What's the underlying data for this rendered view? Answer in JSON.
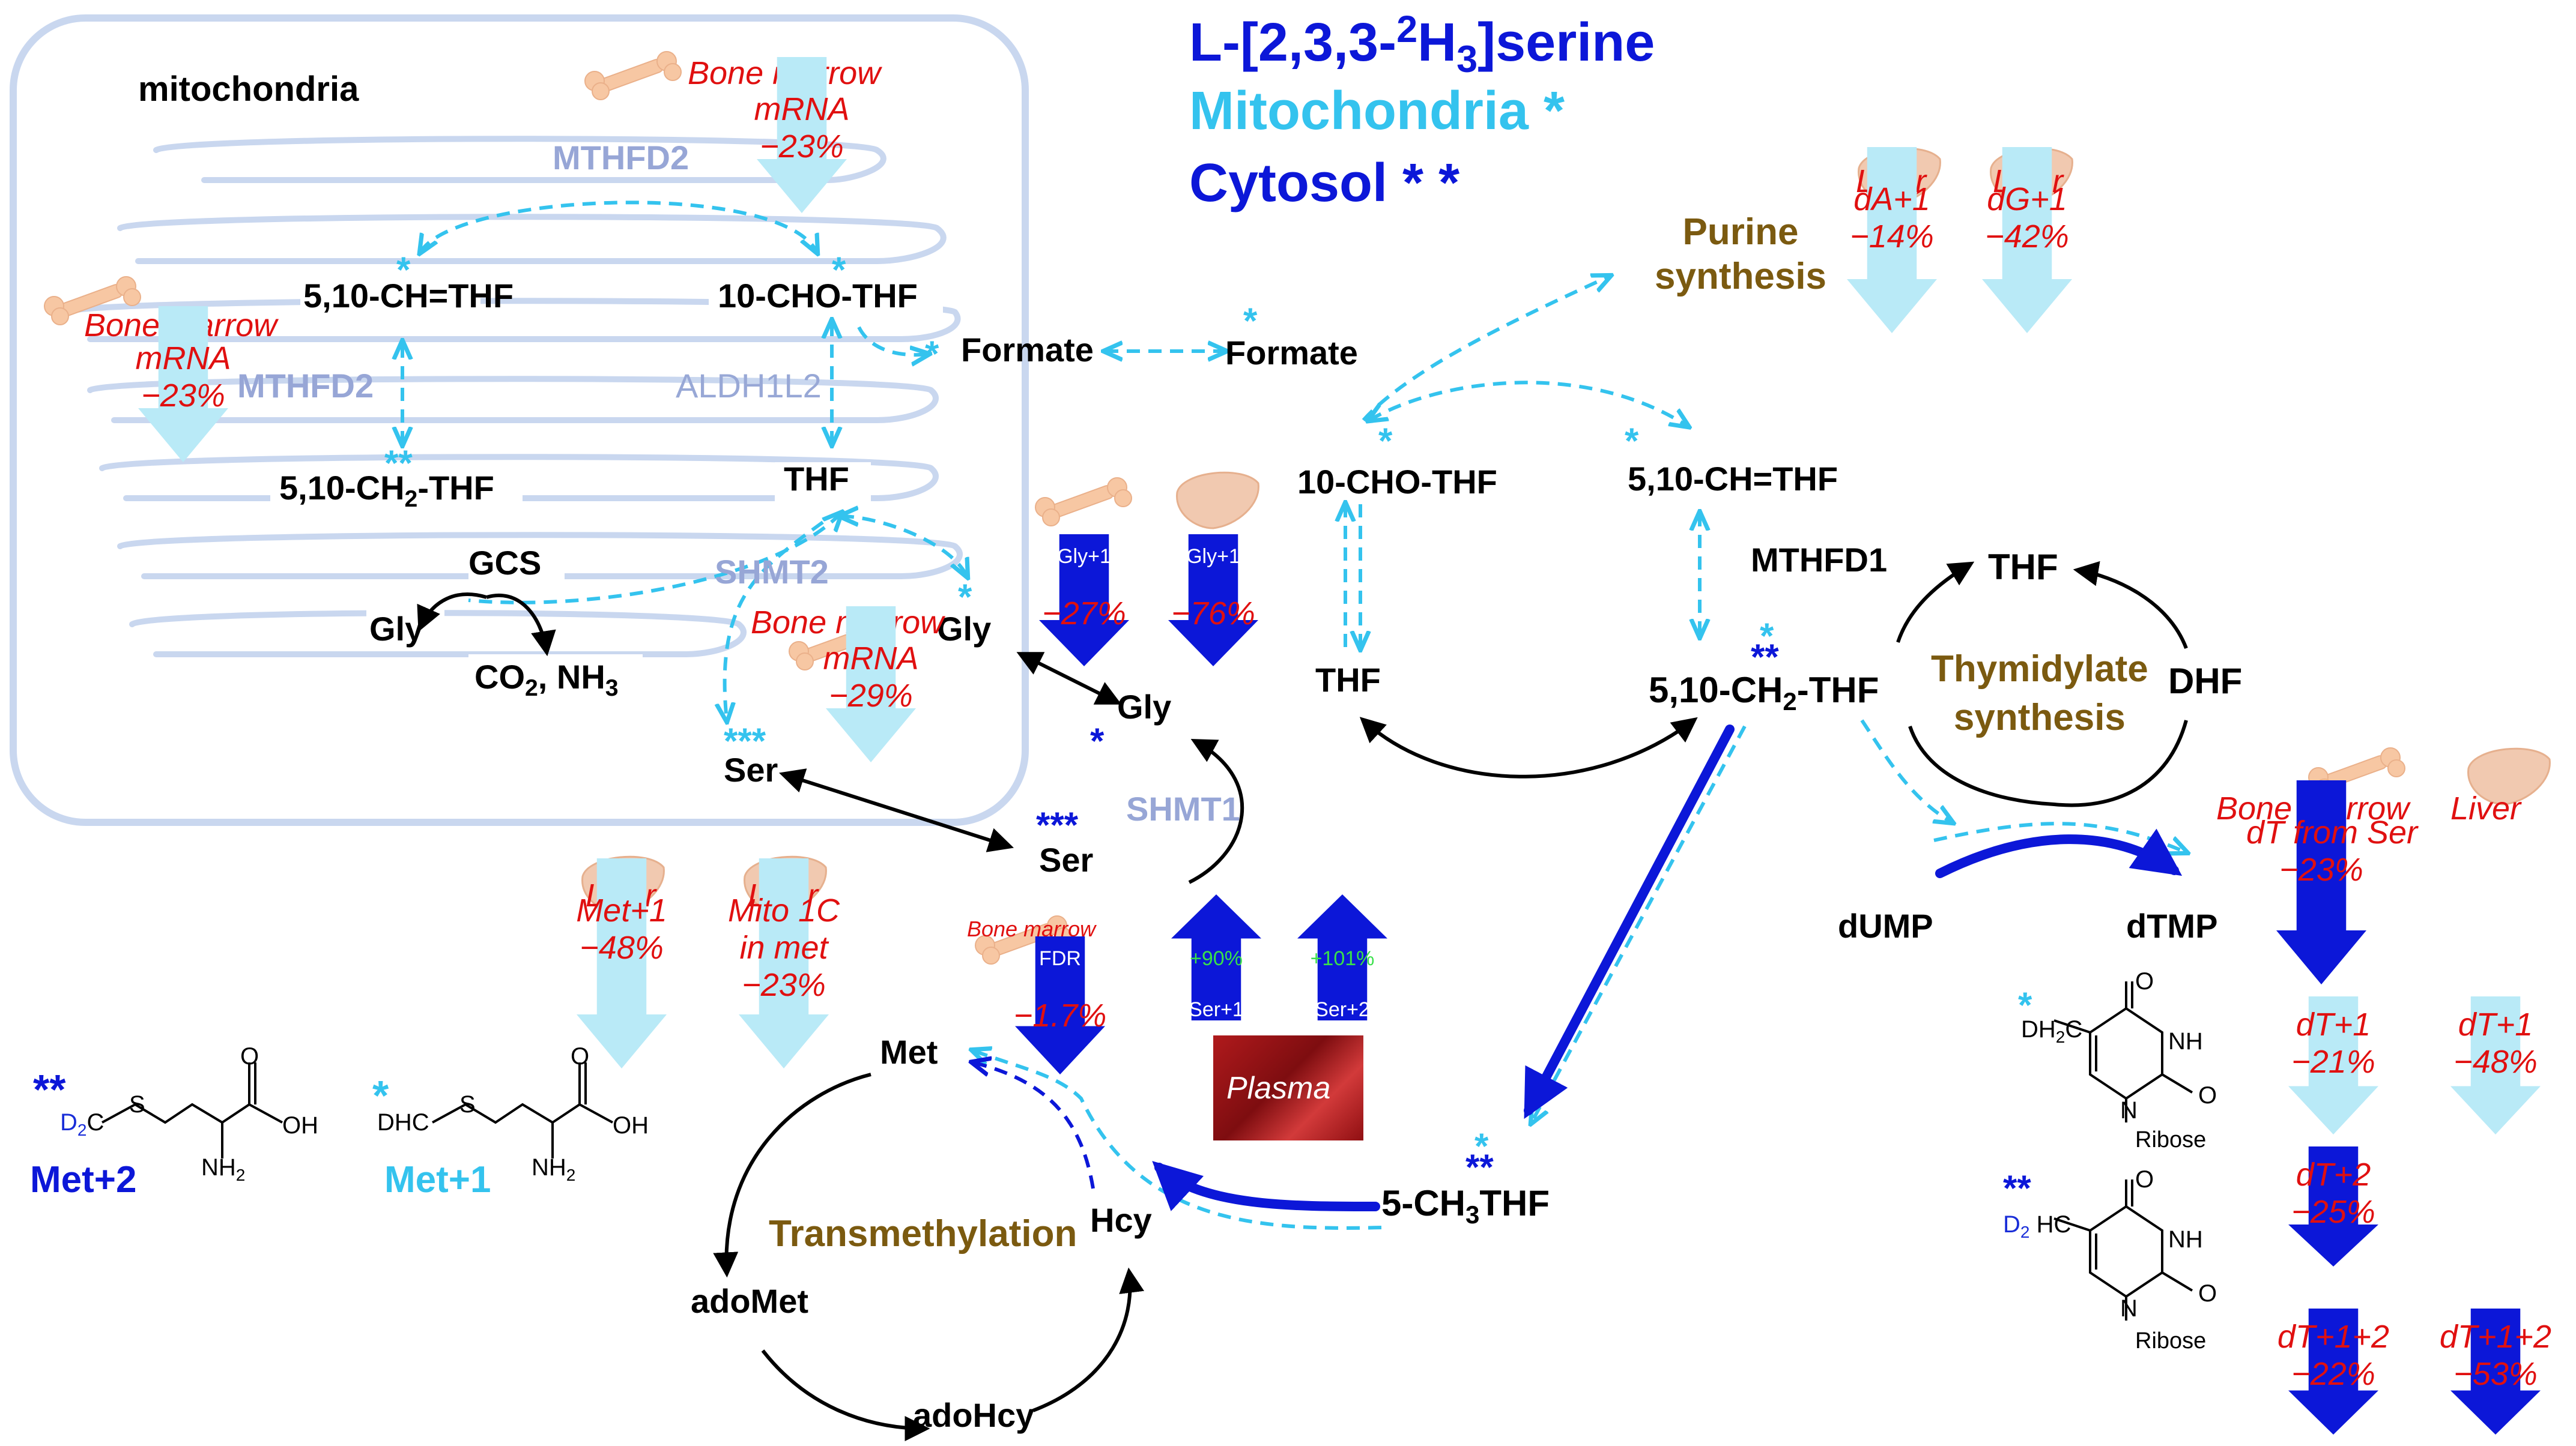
{
  "legend": {
    "tracer_prefix": "L-[2,3,3-",
    "tracer_sup": "2",
    "tracer_h": "H",
    "tracer_sub": "3",
    "tracer_suffix": "]serine",
    "mito": "Mitochondria *",
    "cyto": "Cytosol * *"
  },
  "compartment": {
    "label": "mitochondria"
  },
  "mito_nodes": {
    "ch_thf": "5,10-CH=THF",
    "cho_thf": "10-CHO-THF",
    "ch2_thf_pre": "5,10-CH",
    "ch2_thf_sub": "2",
    "ch2_thf_post": "-THF",
    "thf": "THF",
    "gly_left": "Gly",
    "gly_right": "Gly",
    "gcs": "GCS",
    "co2": "CO",
    "co2_sub": "2",
    "nh3": ", NH",
    "nh3_sub": "3",
    "ser": "Ser",
    "formate": "Formate"
  },
  "mito_enzymes": {
    "mthfd2_top": "MTHFD2",
    "mthfd2_left": "MTHFD2",
    "aldh1l2": "ALDH1L2",
    "shmt2": "SHMT2"
  },
  "cyto_nodes": {
    "formate": "Formate",
    "cho_thf": "10-CHO-THF",
    "ch_thf": "5,10-CH=THF",
    "thf_left": "THF",
    "ch2_thf_pre": "5,10-CH",
    "ch2_thf_sub": "2",
    "ch2_thf_post": "-THF",
    "thf_right": "THF",
    "dhf": "DHF",
    "dump": "dUMP",
    "dtmp": "dTMP",
    "gly": "Gly",
    "ser": "Ser",
    "met": "Met",
    "hcy": "Hcy",
    "adomet": "adoMet",
    "adohcy": "adoHcy",
    "ch3thf_pre": "5-CH",
    "ch3thf_sub": "3",
    "ch3thf_post": "THF"
  },
  "cyto_enzymes": {
    "shmt1": "SHMT1",
    "mthfd1": "MTHFD1"
  },
  "processes": {
    "purine": "Purine\nsynthesis",
    "thymidylate": "Thymidylate\nsynthesis",
    "transmethylation": "Transmethylation"
  },
  "changes": [
    {
      "id": "bm_mthfd2_top",
      "organ": "bone",
      "organ_label": "Bone marrow",
      "lines": [
        "mRNA",
        "−23%"
      ],
      "kind": "light-down"
    },
    {
      "id": "bm_mthfd2_left",
      "organ": "bone",
      "organ_label": "Bone marrow",
      "lines": [
        "mRNA",
        "−23%"
      ],
      "kind": "light-down"
    },
    {
      "id": "bm_shmt2",
      "organ": "bone",
      "organ_label": "Bone marrow",
      "lines": [
        "mRNA",
        "−29%"
      ],
      "kind": "light-down"
    },
    {
      "id": "liver_da",
      "organ": "liver",
      "organ_label": "Liver",
      "lines": [
        "dA+1",
        "−14%"
      ],
      "kind": "light-down"
    },
    {
      "id": "liver_dg",
      "organ": "liver",
      "organ_label": "Liver",
      "lines": [
        "dG+1",
        "−42%"
      ],
      "kind": "light-down"
    },
    {
      "id": "bm_gly1",
      "organ": "bone",
      "organ_label": "",
      "lines": [
        "Gly+1",
        "−27%"
      ],
      "kind": "dark-down"
    },
    {
      "id": "liver_gly1",
      "organ": "liver",
      "organ_label": "",
      "lines": [
        "Gly+1",
        "−76%"
      ],
      "kind": "dark-down"
    },
    {
      "id": "liver_met1",
      "organ": "liver",
      "organ_label": "Liver",
      "lines": [
        "Met+1",
        "−48%"
      ],
      "kind": "light-down"
    },
    {
      "id": "liver_mito1c",
      "organ": "liver",
      "organ_label": "Liver",
      "lines": [
        "Mito 1C",
        "in met",
        "−23%"
      ],
      "kind": "light-down"
    },
    {
      "id": "bm_fdr",
      "organ": "bone",
      "organ_label": "Bone marrow",
      "lines": [
        "FDR",
        "−1.7%"
      ],
      "kind": "dark-down"
    },
    {
      "id": "plasma_ser1",
      "organ": "plasma",
      "organ_label": "",
      "lines": [
        "+90%",
        "Ser+1"
      ],
      "kind": "dark-up"
    },
    {
      "id": "plasma_ser2",
      "organ": "plasma",
      "organ_label": "",
      "lines": [
        "+101%",
        "Ser+2"
      ],
      "kind": "dark-up"
    },
    {
      "id": "bm_dt_ser",
      "organ": "bone",
      "organ_label": "Bone marrow",
      "lines": [
        "dT from Ser",
        "−23%"
      ],
      "kind": "dark-down"
    },
    {
      "id": "bm_dt1",
      "organ": "bone",
      "organ_label": "",
      "lines": [
        "dT+1",
        "−21%"
      ],
      "kind": "light-down"
    },
    {
      "id": "bm_dt2",
      "organ": "bone",
      "organ_label": "",
      "lines": [
        "dT+2",
        "−25%"
      ],
      "kind": "dark-down"
    },
    {
      "id": "bm_dt12",
      "organ": "bone",
      "organ_label": "",
      "lines": [
        "dT+1+2",
        "−22%"
      ],
      "kind": "dark-down"
    },
    {
      "id": "liver_dt_col",
      "organ": "liver",
      "organ_label": "Liver",
      "lines": [],
      "kind": "none"
    },
    {
      "id": "liver_dt1",
      "organ": "liver",
      "organ_label": "",
      "lines": [
        "dT+1",
        "−48%"
      ],
      "kind": "light-down"
    },
    {
      "id": "liver_dt12",
      "organ": "liver",
      "organ_label": "",
      "lines": [
        "dT+1+2",
        "−53%"
      ],
      "kind": "dark-down"
    }
  ],
  "plasma_label": "Plasma",
  "structures": {
    "met2_label": "Met+2",
    "met1_label": "Met+1",
    "d2c": "D",
    "d2c_sub": "2",
    "d2c_c": "C",
    "dhc": "DHC",
    "s": "S",
    "oh": "OH",
    "o": "O",
    "nh2": "NH",
    "nh2_sub": "2",
    "dh2c": "DH",
    "dh2c_sub": "2",
    "dh2c_c": "C",
    "d2hc_d": "D",
    "d2hc_sub": "2",
    "d2hc_hc": " HC",
    "nh": "NH",
    "n": "N",
    "ribose": "Ribose",
    "o1": "O",
    "o2": "O",
    "o3": "O",
    "o4": "O"
  },
  "stars": {
    "one": "*",
    "two": "**",
    "three": "***"
  },
  "colors": {
    "mito_star": "#34c3ee",
    "cyto_star": "#0c17d8",
    "flux_dark": "#0c17d8",
    "flux_light": "#34c3ee",
    "change_text": "#e01010",
    "light_arrow": "#b9eaf7",
    "mito_outline": "#c7d6ee",
    "process": "#7b5a10",
    "enzyme": "#97a6d6"
  }
}
